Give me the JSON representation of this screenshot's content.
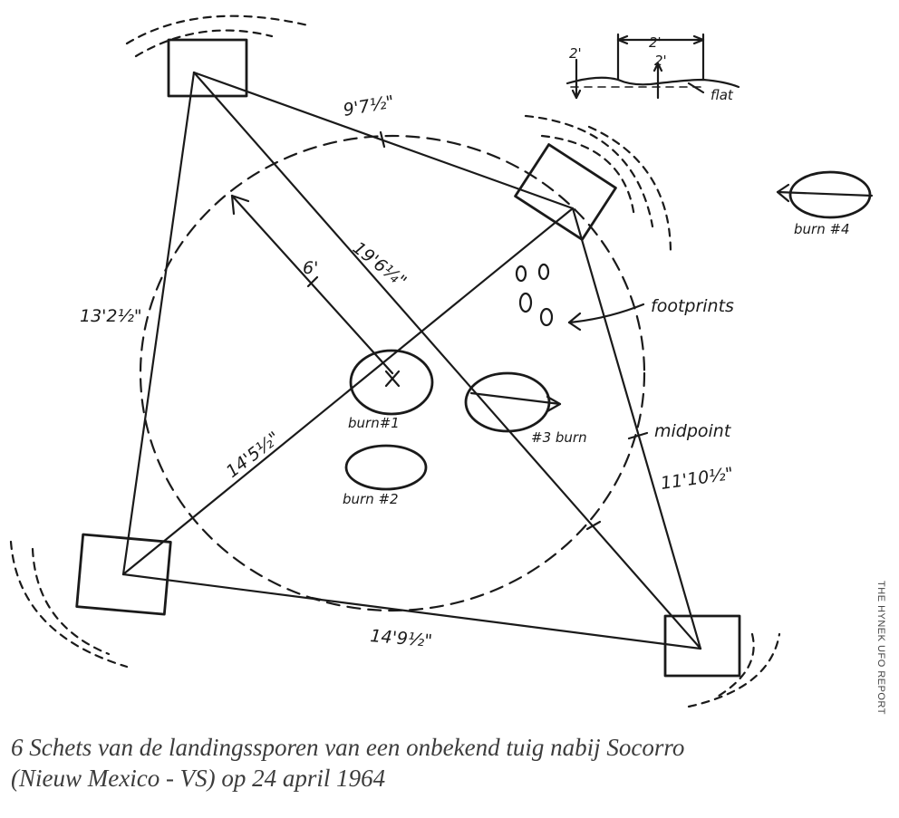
{
  "sketch": {
    "labels": {
      "top_side": "9'7½\"",
      "diagonal_long": "19'6¼\"",
      "left_side": "13'2½\"",
      "radius": "6'",
      "diagonal_short": "14'5½\"",
      "bottom_side": "14'9½\"",
      "right_side": "11'10½\"",
      "midpoint": "midpoint",
      "footprints": "footprints",
      "burn1": "burn#1",
      "burn2": "burn #2",
      "burn3": "#3 burn",
      "burn4": "burn #4"
    },
    "inset": {
      "width": "2'",
      "depth_left": "2'",
      "depth_center": "2'",
      "label": "flat"
    }
  },
  "caption": {
    "line1": "6 Schets van de landingssporen van een onbekend tuig nabij Socorro",
    "line2": "(Nieuw Mexico - VS) op 24 april 1964"
  },
  "credit": "THE HYNEK UFO REPORT"
}
